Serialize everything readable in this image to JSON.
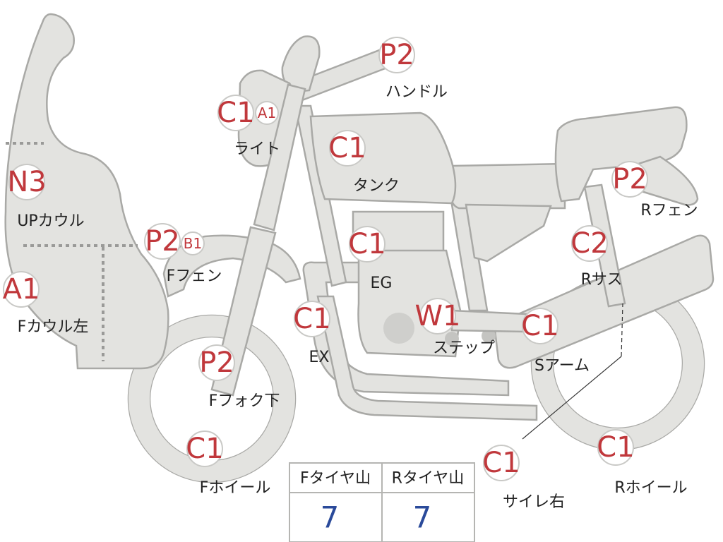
{
  "parts": [
    {
      "id": "up-cowl",
      "code": "N3",
      "sub": "",
      "label": "UPカウル"
    },
    {
      "id": "f-cowl-left",
      "code": "A1",
      "sub": "",
      "label": "Fカウル左"
    },
    {
      "id": "light",
      "code": "C1",
      "sub": "A1",
      "label": "ライト"
    },
    {
      "id": "handle",
      "code": "P2",
      "sub": "",
      "label": "ハンドル"
    },
    {
      "id": "tank",
      "code": "C1",
      "sub": "",
      "label": "タンク"
    },
    {
      "id": "f-fender",
      "code": "P2",
      "sub": "B1",
      "label": "Fフェン"
    },
    {
      "id": "engine",
      "code": "C1",
      "sub": "",
      "label": "EG"
    },
    {
      "id": "exhaust",
      "code": "C1",
      "sub": "",
      "label": "EX"
    },
    {
      "id": "step",
      "code": "W1",
      "sub": "",
      "label": "ステップ"
    },
    {
      "id": "f-fork-lower",
      "code": "P2",
      "sub": "",
      "label": "Fフォク下"
    },
    {
      "id": "f-wheel",
      "code": "C1",
      "sub": "",
      "label": "Fホイール"
    },
    {
      "id": "r-fender",
      "code": "P2",
      "sub": "",
      "label": "Rフェン"
    },
    {
      "id": "r-suspension",
      "code": "C2",
      "sub": "",
      "label": "Rサス"
    },
    {
      "id": "swing-arm",
      "code": "C1",
      "sub": "",
      "label": "Sアーム"
    },
    {
      "id": "silencer-right",
      "code": "C1",
      "sub": "",
      "label": "サイレ右"
    },
    {
      "id": "r-wheel",
      "code": "C1",
      "sub": "",
      "label": "Rホイール"
    }
  ],
  "tire_table": {
    "headers": [
      "Fタイヤ山",
      "Rタイヤ山"
    ],
    "values": [
      "7",
      "7"
    ]
  },
  "colors": {
    "part_fill": "#e3e3e0",
    "part_outline": "#a9a9a6",
    "code_red": "#c0383c",
    "value_blue": "#2a4a9a"
  }
}
